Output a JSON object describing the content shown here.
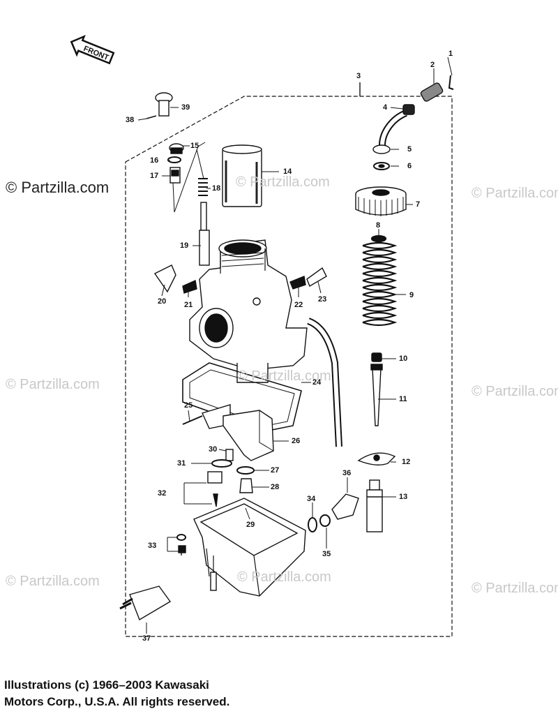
{
  "front_label": "FRONT",
  "watermark_text": "© Partzilla.com",
  "footer": {
    "line1": "Illustrations (c) 1966–2003 Kawasaki",
    "line2": "Motors Corp., U.S.A.  All rights reserved."
  },
  "callouts": {
    "c1": "1",
    "c2": "2",
    "c3": "3",
    "c4": "4",
    "c5": "5",
    "c6": "6",
    "c7": "7",
    "c8": "8",
    "c9": "9",
    "c10": "10",
    "c11": "11",
    "c12": "12",
    "c13": "13",
    "c14": "14",
    "c15": "15",
    "c16": "16",
    "c17": "17",
    "c18": "18",
    "c19": "19",
    "c20": "20",
    "c21": "21",
    "c22": "22",
    "c23": "23",
    "c24": "24",
    "c25": "25",
    "c26": "26",
    "c27": "27",
    "c28": "28",
    "c29": "29",
    "c30": "30",
    "c31": "31",
    "c32": "32",
    "c33": "33",
    "c34": "34",
    "c35": "35",
    "c36": "36",
    "c37": "37",
    "c38": "38",
    "c39": "39"
  }
}
